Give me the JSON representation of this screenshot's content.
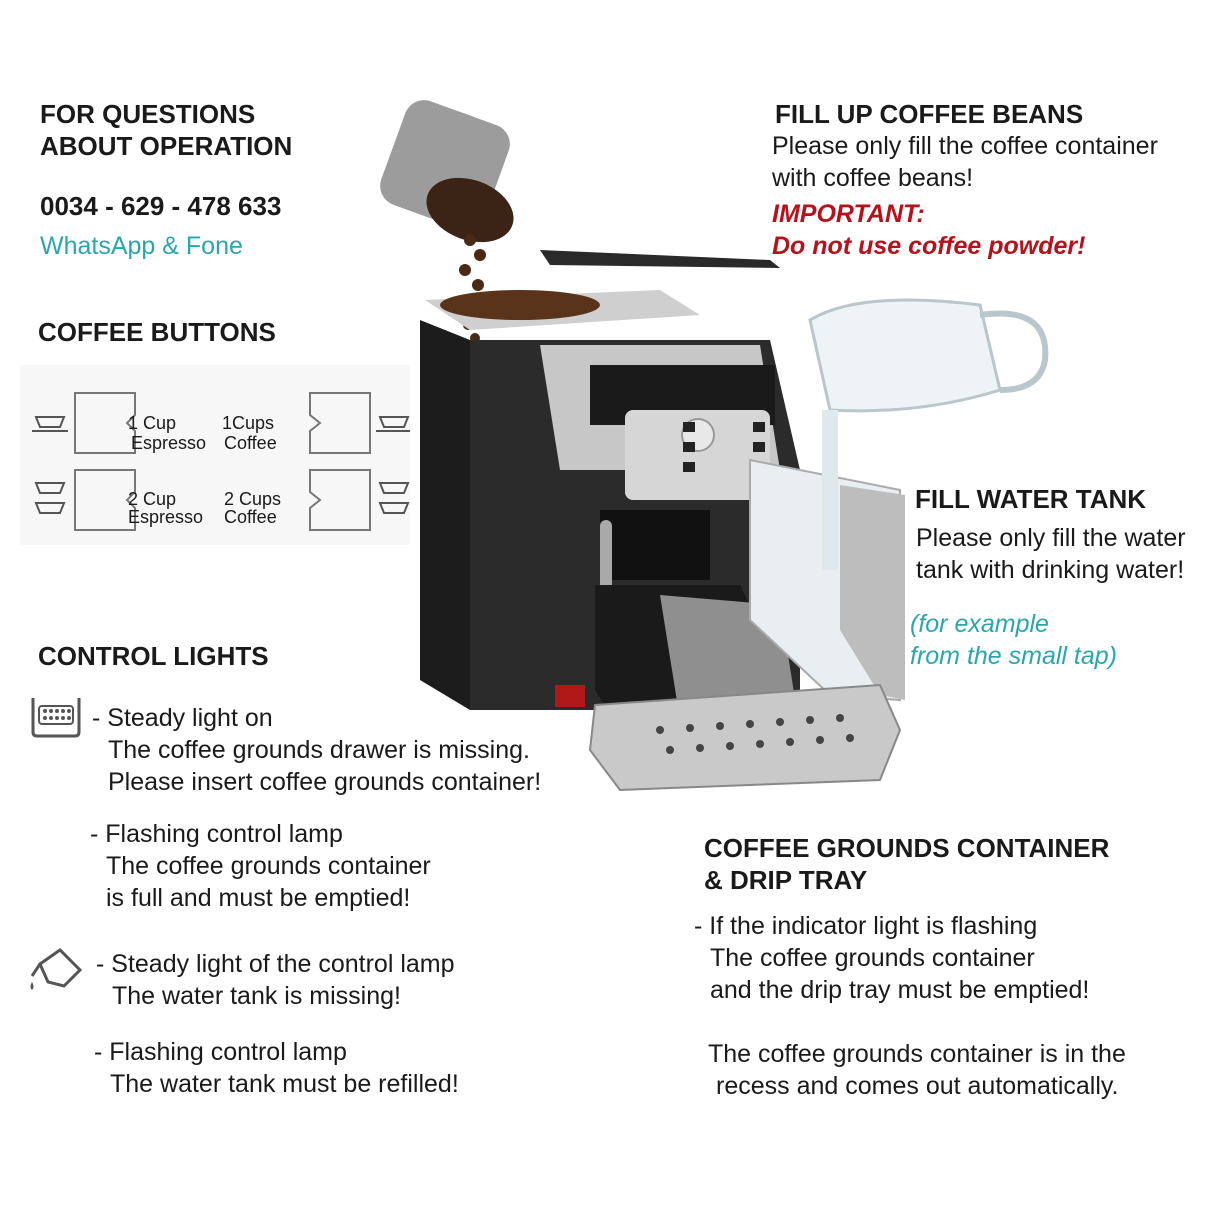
{
  "support": {
    "heading_line1": "FOR QUESTIONS",
    "heading_line2": "ABOUT OPERATION",
    "phone": "0034 - 629 - 478 633",
    "channels": "WhatsApp & Fone"
  },
  "beans": {
    "heading": "FILL UP COFFEE BEANS",
    "line1": "Please only fill the coffee container",
    "line2": "with coffee beans!",
    "important": "IMPORTANT:",
    "warning": "Do not use coffee powder!"
  },
  "buttons": {
    "heading": "COFFEE BUTTONS",
    "one_espresso_a": "1 Cup",
    "one_espresso_b": "Espresso",
    "one_coffee_a": "1Cups",
    "one_coffee_b": "Coffee",
    "two_espresso_a": "2 Cup",
    "two_espresso_b": "Espresso",
    "two_coffee_a": "2 Cups",
    "two_coffee_b": "Coffee"
  },
  "water": {
    "heading": "FILL WATER TANK",
    "line1": "Please only fill the water",
    "line2": "tank with drinking water!",
    "note1": "(for example",
    "note2": "from the small tap)"
  },
  "lights": {
    "heading": "CONTROL LIGHTS",
    "g1_l1": "- Steady light on",
    "g1_l2": "The coffee grounds drawer is missing.",
    "g1_l3": "Please insert coffee grounds container!",
    "g2_l1": "- Flashing control lamp",
    "g2_l2": "The coffee grounds container",
    "g2_l3": "is full and must be emptied!",
    "g3_l1": "- Steady light of the control lamp",
    "g3_l2": "The water tank is missing!",
    "g4_l1": "- Flashing control lamp",
    "g4_l2": "The water tank must be refilled!"
  },
  "grounds": {
    "heading_line1": "COFFEE GROUNDS CONTAINER",
    "heading_line2": "& DRIP TRAY",
    "l1": "- If the indicator light is flashing",
    "l2": "The coffee grounds container",
    "l3": "and the drip tray must be emptied!",
    "l4": "The coffee grounds container is in the",
    "l5": "recess and comes out automatically."
  },
  "colors": {
    "teal": "#2aa6ad",
    "warning_red": "#b5121b",
    "text": "#1a1a1a"
  },
  "icons": [
    "coffee-beans-container-icon",
    "water-jug-icon",
    "espresso-cup-icon",
    "grounds-container-icon",
    "water-tank-icon"
  ]
}
